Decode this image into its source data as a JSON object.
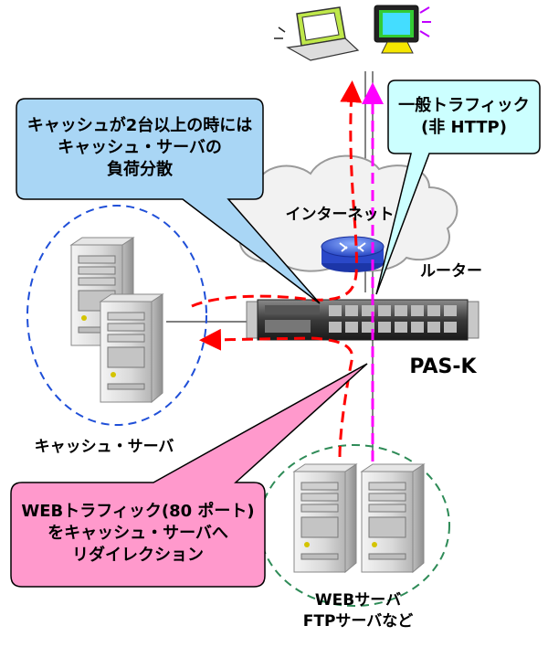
{
  "callouts": {
    "cache_balance": [
      "キャッシュが2台以上の時には",
      "キャッシュ・サーバの",
      "負荷分散"
    ],
    "general_traffic": [
      "一般トラフィック",
      "(非 HTTP)"
    ],
    "web_redirect": [
      "WEBトラフィック(80 ポート)",
      "をキャッシュ・サーバへ",
      "リダイレクション"
    ]
  },
  "labels": {
    "internet": "インターネット",
    "router": "ルーター",
    "device": "PAS-K",
    "cache_servers": "キャッシュ・サーバ",
    "web_servers": [
      "WEBサーバ",
      "FTPサーバなど"
    ]
  },
  "colors": {
    "cache_callout": "#a9d6f5",
    "general_callout": "#ccffff",
    "web_callout": "#ff99cc",
    "red_path": "#ff0000",
    "magenta_path": "#ff00ff",
    "cache_group": "#1f4fd8",
    "web_group": "#2e8b57"
  }
}
